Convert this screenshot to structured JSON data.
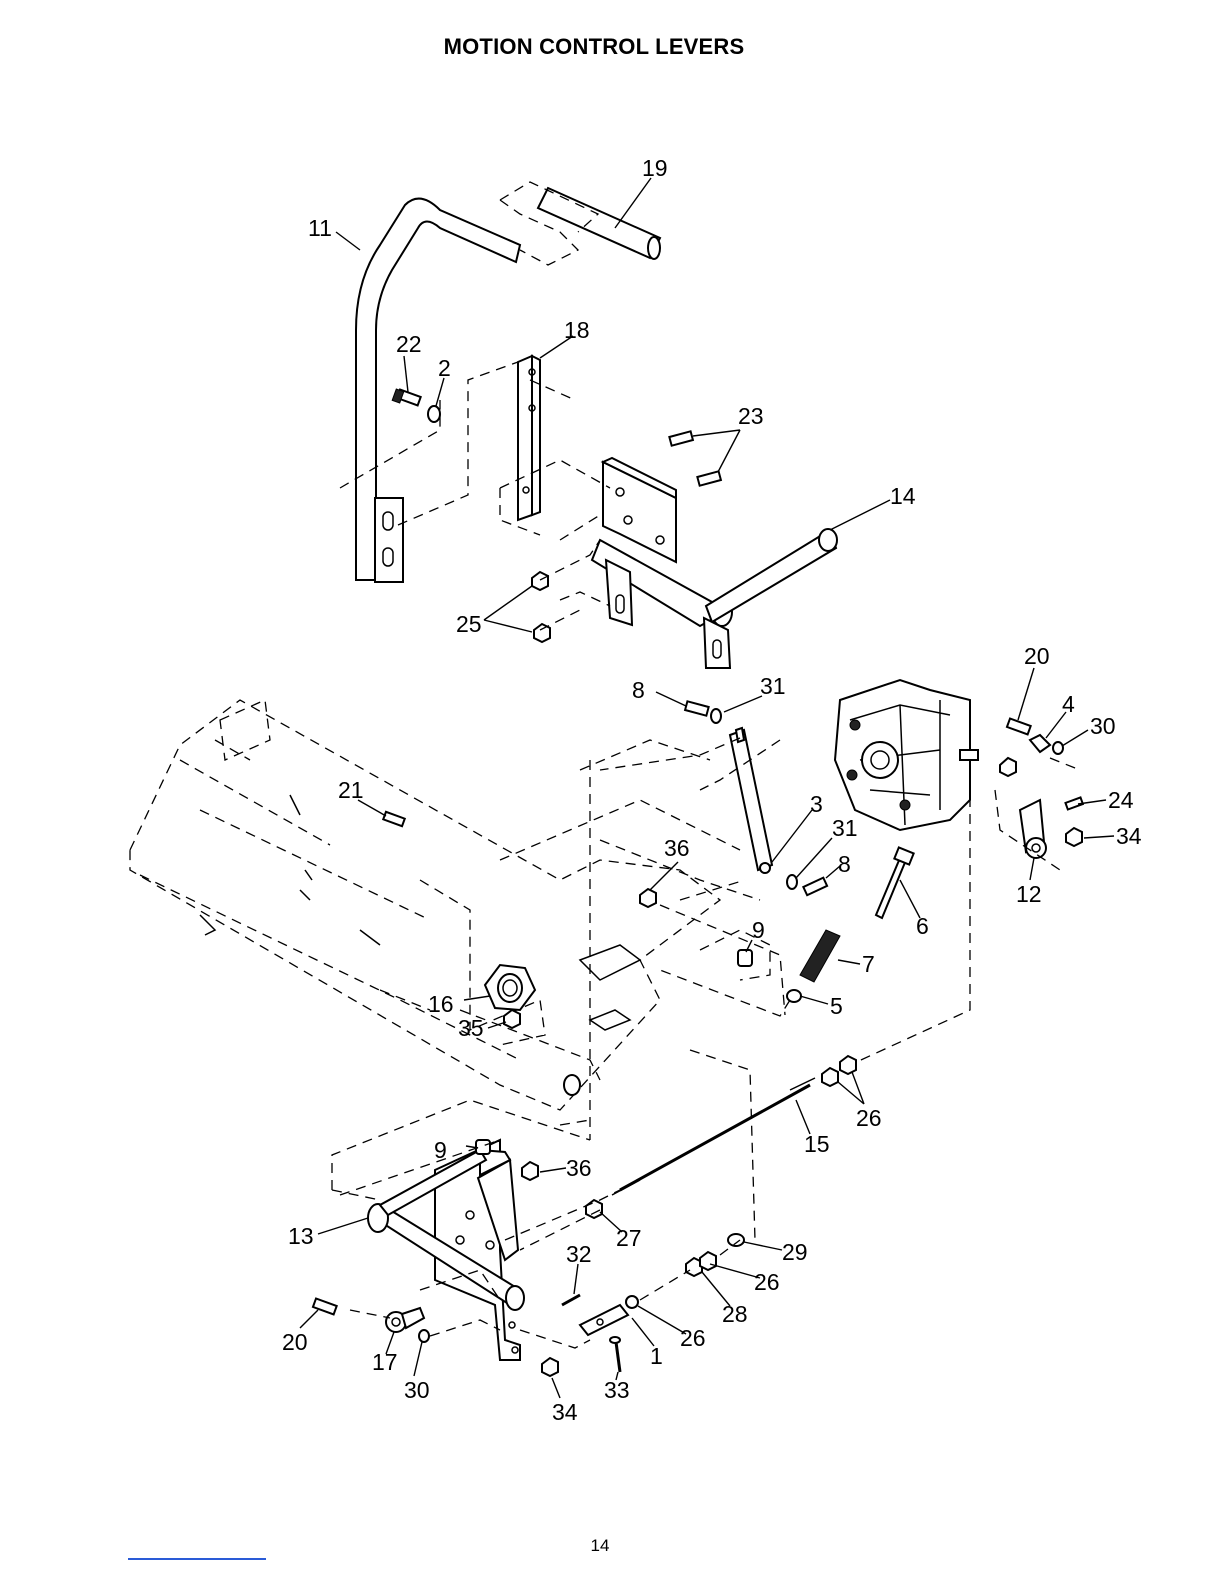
{
  "page": {
    "title": "MOTION CONTROL LEVERS",
    "page_number": "14"
  },
  "callouts": {
    "c1": "1",
    "c2": "2",
    "c3": "3",
    "c4": "4",
    "c5": "5",
    "c6": "6",
    "c7": "7",
    "c8a": "8",
    "c8b": "8",
    "c9a": "9",
    "c9b": "9",
    "c11": "11",
    "c12": "12",
    "c13": "13",
    "c14": "14",
    "c15": "15",
    "c16": "16",
    "c17": "17",
    "c18": "18",
    "c19": "19",
    "c20a": "20",
    "c20b": "20",
    "c21": "21",
    "c22": "22",
    "c23": "23",
    "c24": "24",
    "c25": "25",
    "c26a": "26",
    "c26b": "26",
    "c26c": "26",
    "c27": "27",
    "c28": "28",
    "c29": "29",
    "c30a": "30",
    "c30b": "30",
    "c31a": "31",
    "c31b": "31",
    "c32": "32",
    "c33": "33",
    "c34a": "34",
    "c34b": "34",
    "c35": "35",
    "c36a": "36",
    "c36b": "36"
  }
}
